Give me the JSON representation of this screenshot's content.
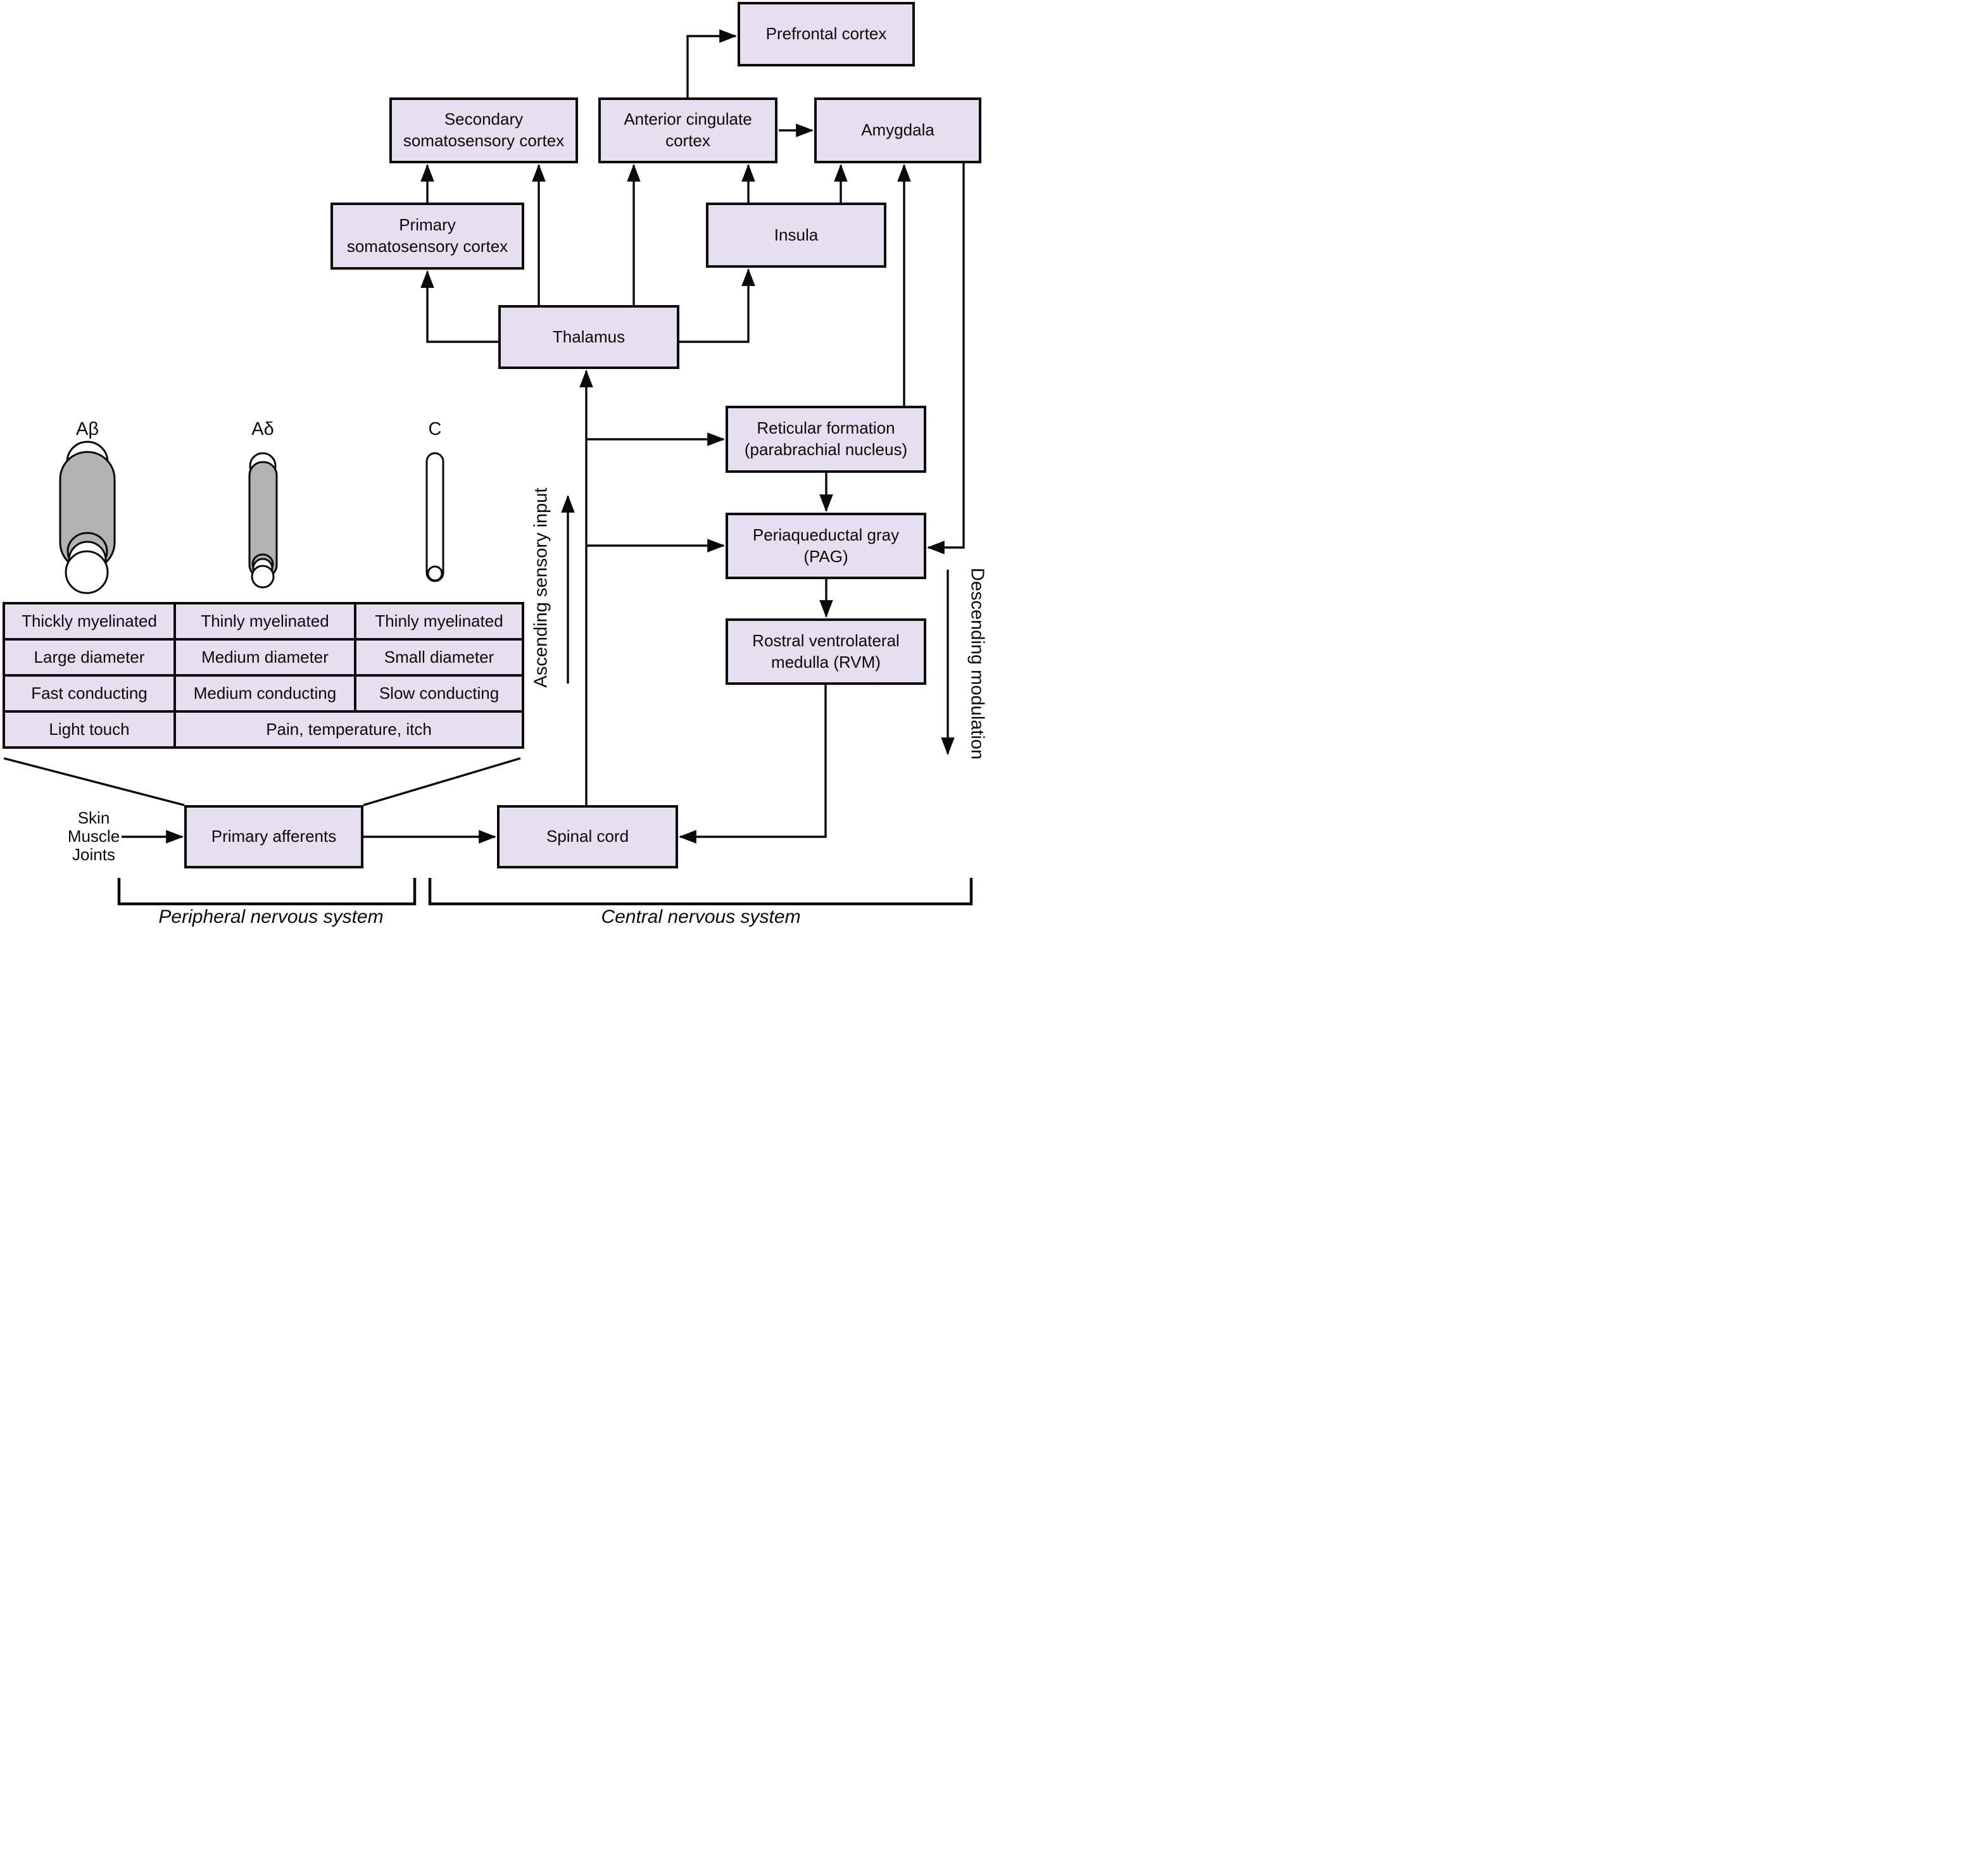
{
  "diagram": {
    "nodes": {
      "prefrontal": {
        "label": "Prefrontal cortex"
      },
      "secondary": {
        "label": "Secondary\nsomatosensory cortex"
      },
      "acc": {
        "label": "Anterior cingulate\ncortex"
      },
      "amygdala": {
        "label": "Amygdala"
      },
      "primary": {
        "label": "Primary\nsomatosensory cortex"
      },
      "insula": {
        "label": "Insula"
      },
      "thalamus": {
        "label": "Thalamus"
      },
      "reticular": {
        "label": "Reticular formation\n(parabrachial nucleus)"
      },
      "pag": {
        "label": "Periaqueductal gray\n(PAG)"
      },
      "rvm": {
        "label": "Rostral ventrolateral\nmedulla (RVM)"
      },
      "spinal": {
        "label": "Spinal cord"
      },
      "afferents": {
        "label": "Primary afferents"
      }
    },
    "fibers": {
      "labels": [
        "Aβ",
        "Aδ",
        "C"
      ]
    },
    "table": {
      "rows": [
        {
          "cells": [
            "Thickly myelinated",
            "Thinly myelinated",
            "Thinly myelinated"
          ]
        },
        {
          "cells": [
            "Large diameter",
            "Medium diameter",
            "Small diameter"
          ]
        },
        {
          "cells": [
            "Fast conducting",
            "Medium conducting",
            "Slow conducting"
          ]
        },
        {
          "cells": [
            "Light touch",
            "Pain, temperature, itch"
          ]
        }
      ]
    },
    "annotations": {
      "ascending": "Ascending sensory input",
      "descending": "Descending modulation",
      "inputs": "Skin\nMuscle\nJoints",
      "peripheral": "Peripheral nervous system",
      "central": "Central nervous system"
    },
    "edges": [
      "skin-muscle-joints -> primary-afferents",
      "primary-afferents -> spinal-cord",
      "spinal-cord -> thalamus",
      "spinal-cord -> reticular-formation",
      "spinal-cord -> periaqueductal-gray",
      "thalamus -> primary-somatosensory-cortex",
      "thalamus -> secondary-somatosensory-cortex",
      "thalamus -> anterior-cingulate-cortex",
      "thalamus -> insula",
      "primary-somatosensory-cortex -> secondary-somatosensory-cortex",
      "insula -> anterior-cingulate-cortex",
      "insula -> amygdala",
      "anterior-cingulate-cortex -> prefrontal-cortex",
      "anterior-cingulate-cortex -> amygdala",
      "reticular-formation -> amygdala",
      "reticular-formation -> periaqueductal-gray",
      "amygdala -> periaqueductal-gray",
      "periaqueductal-gray -> rostral-ventrolateral-medulla",
      "rostral-ventrolateral-medulla -> spinal-cord"
    ],
    "colors": {
      "node_fill": "#E6DFEF",
      "node_border": "#000000",
      "line": "#000000",
      "myelin_fill": "#B3B3B3",
      "axon_fill": "#FFFFFF"
    }
  }
}
